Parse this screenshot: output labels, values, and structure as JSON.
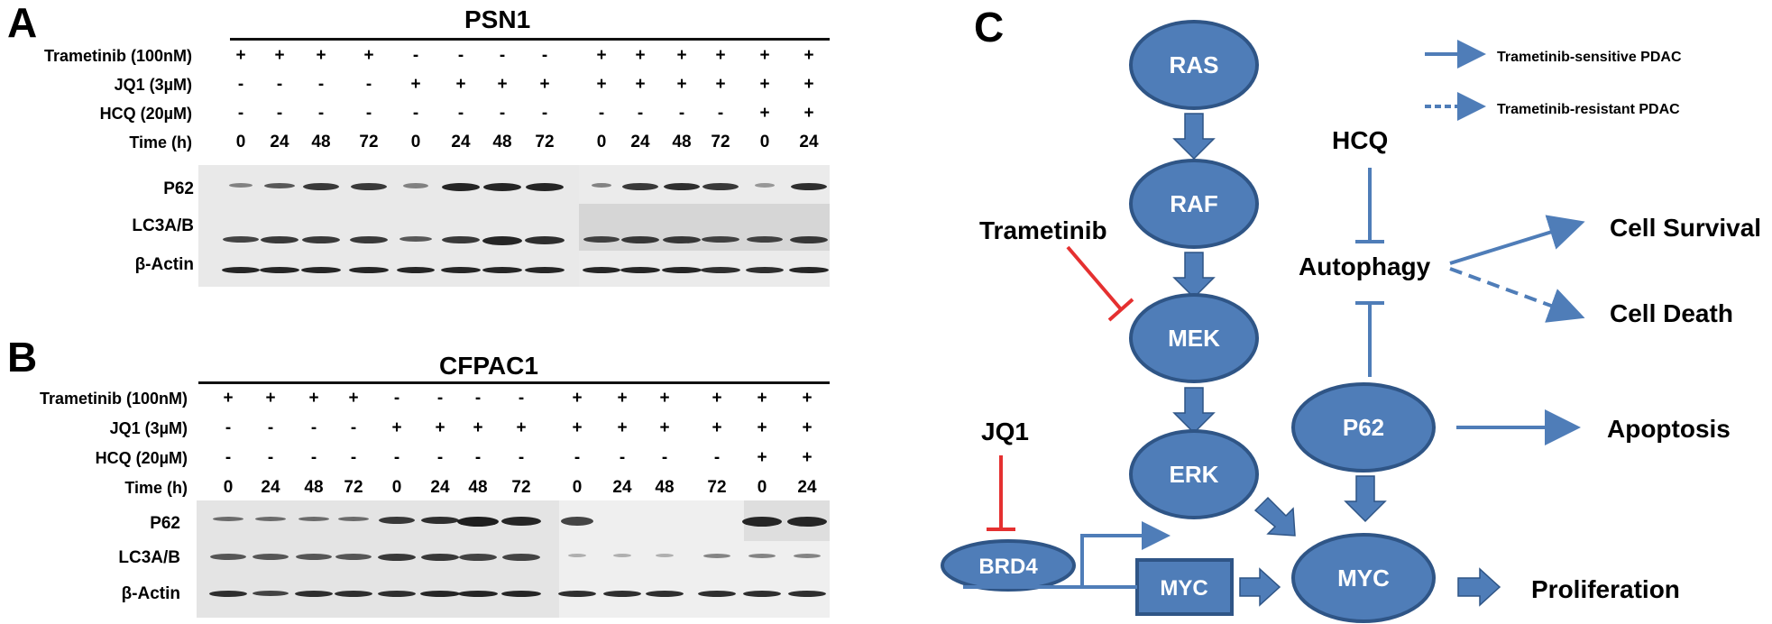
{
  "panelA": {
    "letter": "A",
    "title": "PSN1",
    "conditions": [
      {
        "label": "Trametinib (100nM)",
        "values": [
          "+",
          "+",
          "+",
          "+",
          "-",
          "-",
          "-",
          "-",
          "+",
          "+",
          "+",
          "+",
          "+",
          "+"
        ]
      },
      {
        "label": "JQ1 (3µM)",
        "values": [
          "-",
          "-",
          "-",
          "-",
          "+",
          "+",
          "+",
          "+",
          "+",
          "+",
          "+",
          "+",
          "+",
          "+"
        ]
      },
      {
        "label": "HCQ (20µM)",
        "values": [
          "-",
          "-",
          "-",
          "-",
          "-",
          "-",
          "-",
          "-",
          "-",
          "-",
          "-",
          "-",
          "+",
          "+"
        ]
      },
      {
        "label": "Time (h)",
        "values": [
          "0",
          "24",
          "48",
          "72",
          "0",
          "24",
          "48",
          "72",
          "0",
          "24",
          "48",
          "72",
          "0",
          "24"
        ]
      }
    ],
    "blots": [
      "P62",
      "LC3A/B",
      "β-Actin"
    ]
  },
  "panelB": {
    "letter": "B",
    "title": "CFPAC1",
    "conditions": [
      {
        "label": "Trametinib (100nM)",
        "values": [
          "+",
          "+",
          "+",
          "+",
          "-",
          "-",
          "-",
          "-",
          "+",
          "+",
          "+",
          "+",
          "+",
          "+"
        ]
      },
      {
        "label": "JQ1 (3µM)",
        "values": [
          "-",
          "-",
          "-",
          "-",
          "+",
          "+",
          "+",
          "+",
          "+",
          "+",
          "+",
          "+",
          "+",
          "+"
        ]
      },
      {
        "label": "HCQ (20µM)",
        "values": [
          "-",
          "-",
          "-",
          "-",
          "-",
          "-",
          "-",
          "-",
          "-",
          "-",
          "-",
          "-",
          "+",
          "+"
        ]
      },
      {
        "label": "Time (h)",
        "values": [
          "0",
          "24",
          "48",
          "72",
          "0",
          "24",
          "48",
          "72",
          "0",
          "24",
          "48",
          "72",
          "0",
          "24"
        ]
      }
    ],
    "blots": [
      "P62",
      "LC3A/B",
      "β-Actin"
    ]
  },
  "panelC": {
    "letter": "C",
    "nodes": {
      "ras": "RAS",
      "raf": "RAF",
      "mek": "MEK",
      "erk": "ERK",
      "p62": "P62",
      "myc": "MYC",
      "brd4": "BRD4",
      "myc_gene": "MYC"
    },
    "labels": {
      "trametinib": "Trametinib",
      "jq1": "JQ1",
      "hcq": "HCQ",
      "autophagy": "Autophagy",
      "cell_survival": "Cell Survival",
      "cell_death": "Cell Death",
      "apoptosis": "Apoptosis",
      "proliferation": "Proliferation"
    },
    "legend": {
      "solid": "Trametinib-sensitive PDAC",
      "dashed": "Trametinib-resistant PDAC"
    },
    "colors": {
      "node_fill": "#4f7db8",
      "node_stroke": "#2f5586",
      "inhibitor": "#e53030"
    }
  }
}
